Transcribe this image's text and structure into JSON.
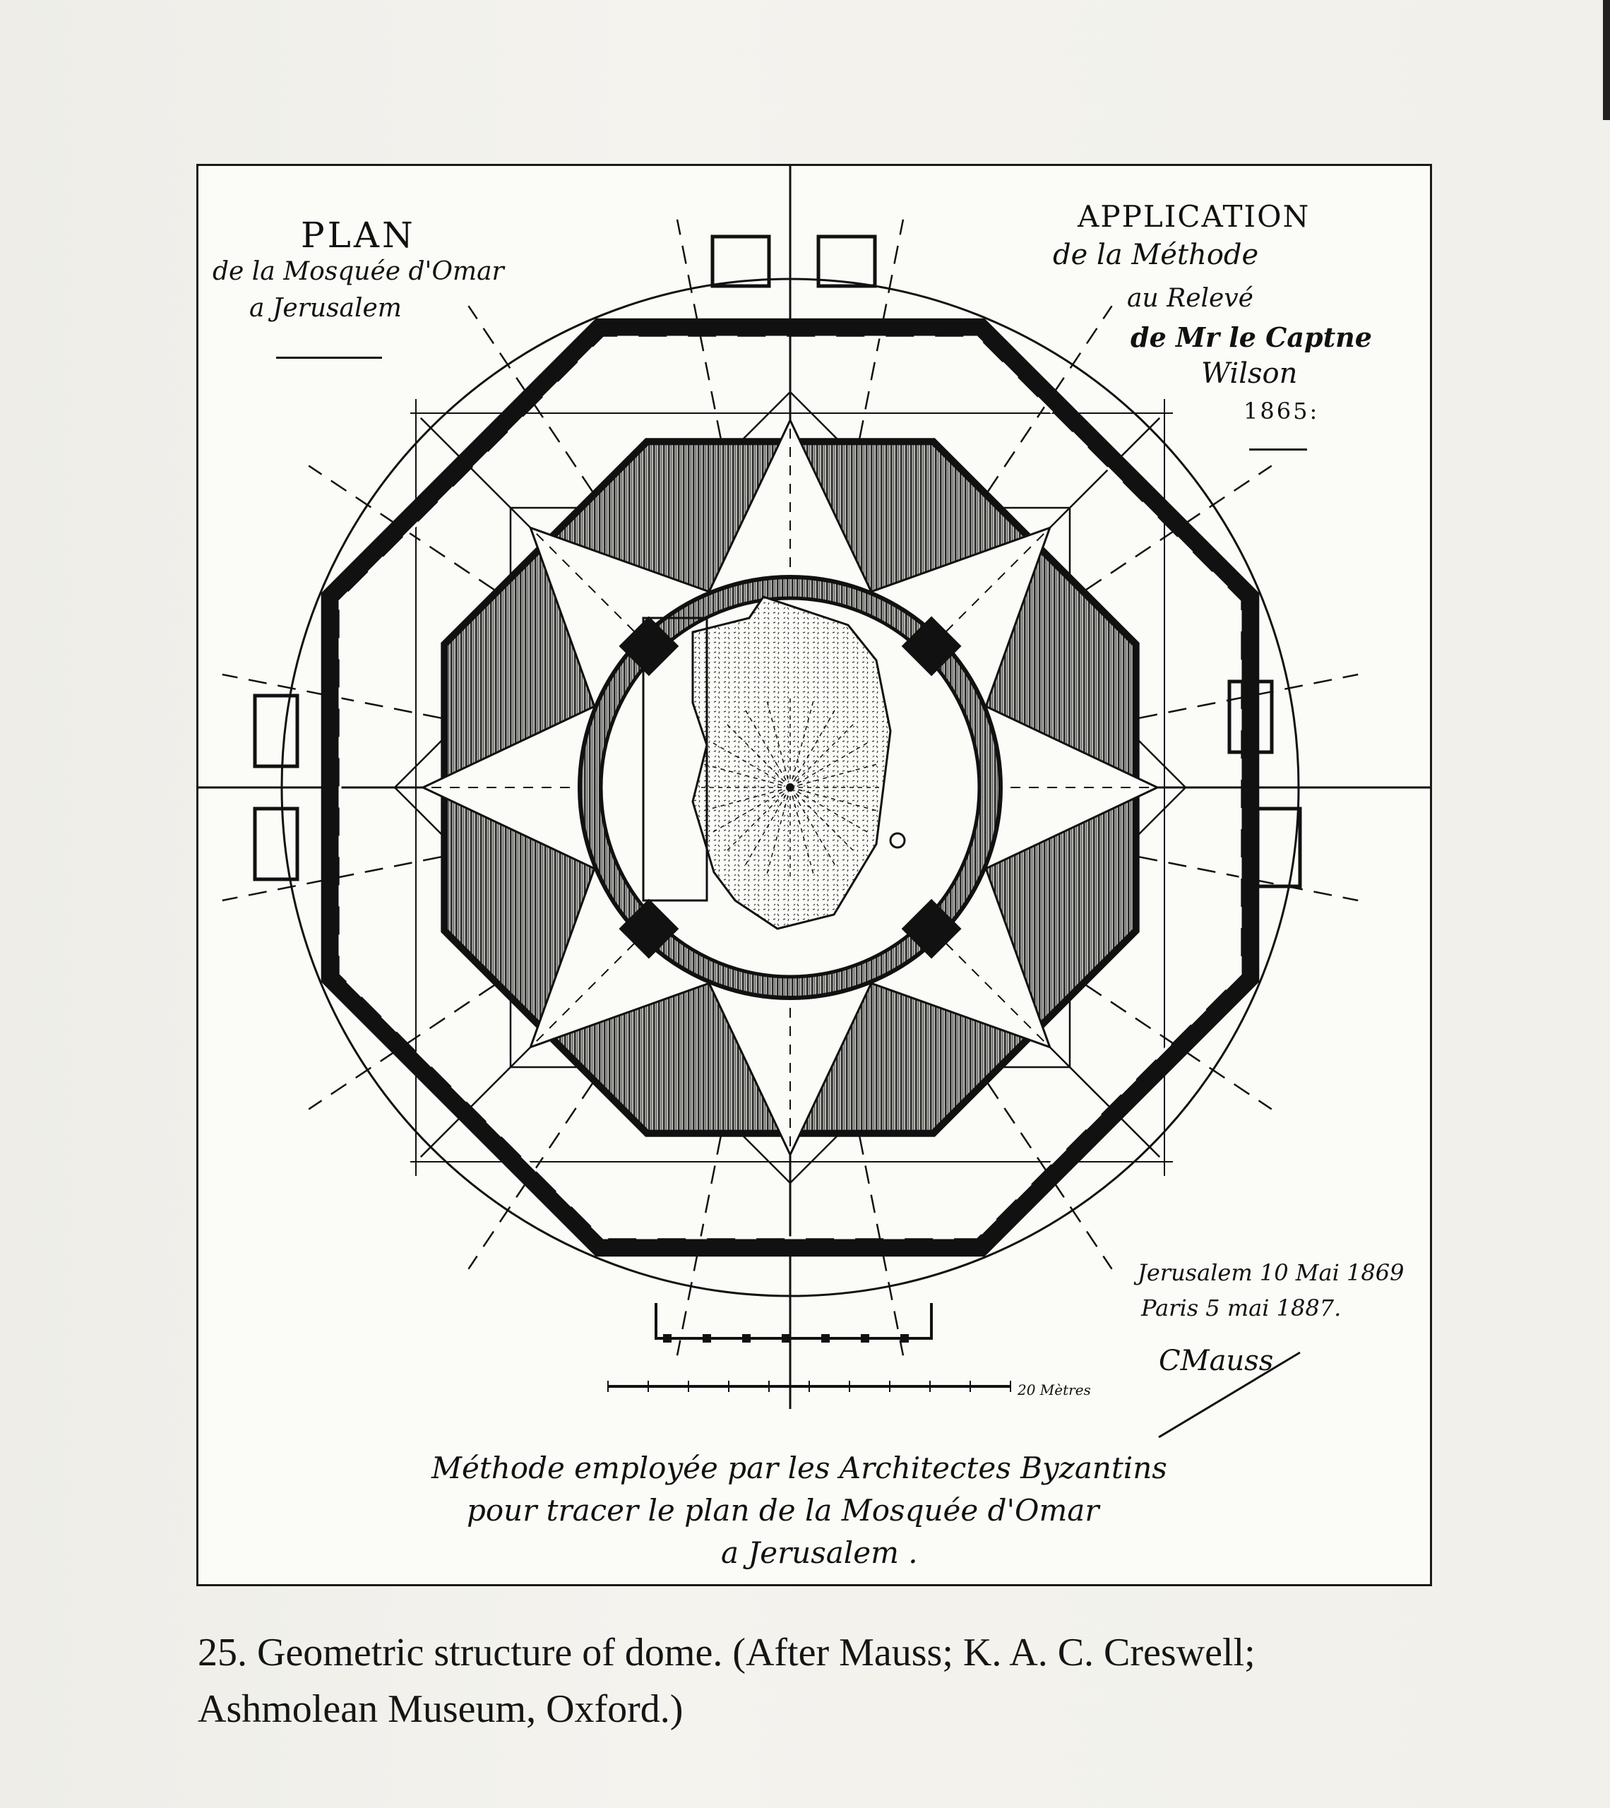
{
  "plate": {
    "title_left": {
      "line1": "PLAN",
      "line2": "de la Mosquée d'Omar",
      "line3": "a Jerusalem"
    },
    "title_right": {
      "line1": "APPLICATION",
      "line2": "de la Méthode",
      "line3": "au Relevé",
      "line4": "de Mr le Captne",
      "line5": "Wilson",
      "line6": "1865:"
    },
    "dates": {
      "line1": "Jerusalem 10 Mai 1869",
      "line2": "Paris 5 mai 1887."
    },
    "signature": "CMauss",
    "scale_label": "20 Mètres",
    "bottom_title": {
      "line1": "Méthode employée par les Architectes Byzantins",
      "line2": "pour tracer le plan de la Mosquée d'Omar",
      "line3": "a Jerusalem ."
    }
  },
  "caption": {
    "line1": "25. Geometric structure of dome. (After Mauss; K. A. C. Creswell;",
    "line2": "Ashmolean Museum, Oxford.)"
  },
  "colors": {
    "ink": "#111111",
    "hatch": "#3a3a3a",
    "paper": "#fbfbf7",
    "page": "#f2f1ec"
  }
}
